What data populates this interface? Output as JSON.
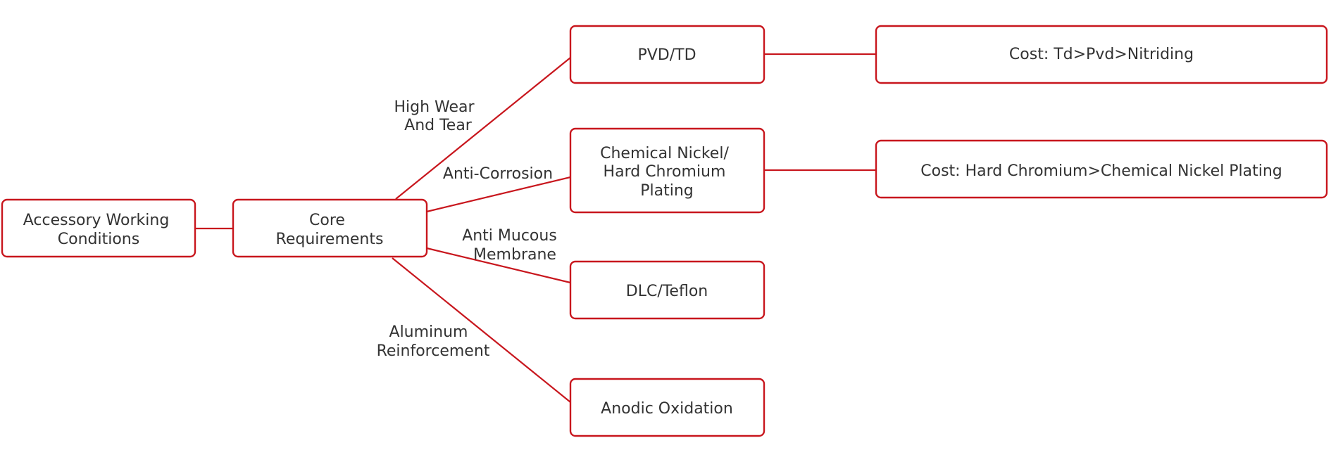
{
  "diagram": {
    "accent_color": "#c8161d",
    "text_color": "#333333",
    "nodes": {
      "accessory": [
        "Accessory Working",
        "Conditions"
      ],
      "core": [
        "Core",
        "Requirements"
      ],
      "pvd": [
        "PVD/TD"
      ],
      "chemical": [
        "Chemical Nickel/",
        "Hard Chromium",
        "Plating"
      ],
      "dlc": [
        "DLC/Teflon"
      ],
      "anodic": [
        "Anodic Oxidation"
      ],
      "cost1": [
        "Cost: Td>Pvd>Nitriding"
      ],
      "cost2": [
        "Cost: Hard Chromium>Chemical Nickel Plating"
      ]
    },
    "edge_labels": {
      "wear": [
        "High Wear",
        "And Tear"
      ],
      "corrosion": [
        "Anti-Corrosion"
      ],
      "mucous": [
        "Anti Mucous",
        "Membrane"
      ],
      "aluminum": [
        "Aluminum",
        "Reinforcement"
      ]
    }
  }
}
